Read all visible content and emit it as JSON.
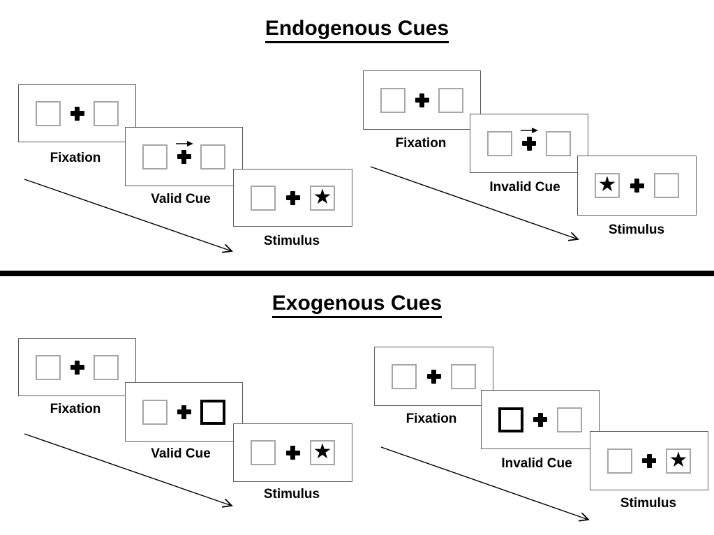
{
  "symbols": {
    "star": "★"
  },
  "colors": {
    "ink": "#000000",
    "panel_border": "#595959",
    "square_border": "#a6a6a6",
    "bold_cue_border": "#000000",
    "divider": "#000000",
    "background": "#ffffff"
  },
  "sections": [
    {
      "title": "Endogenous Cues",
      "sequences": [
        {
          "name": "valid",
          "cue_style": "arrow-right-above-cross",
          "trials": [
            {
              "label": "Fixation",
              "cue": "none",
              "star_side": "none"
            },
            {
              "label": "Valid Cue",
              "cue": "arrow-right",
              "star_side": "none"
            },
            {
              "label": "Stimulus",
              "cue": "none",
              "star_side": "right"
            }
          ]
        },
        {
          "name": "invalid",
          "cue_style": "arrow-right-above-cross",
          "trials": [
            {
              "label": "Fixation",
              "cue": "none",
              "star_side": "none"
            },
            {
              "label": "Invalid Cue",
              "cue": "arrow-right",
              "star_side": "none"
            },
            {
              "label": "Stimulus",
              "cue": "none",
              "star_side": "left"
            }
          ]
        }
      ]
    },
    {
      "title": "Exogenous Cues",
      "sequences": [
        {
          "name": "valid",
          "cue_style": "bold-box",
          "trials": [
            {
              "label": "Fixation",
              "cue": "none",
              "star_side": "none"
            },
            {
              "label": "Valid Cue",
              "cue": "bold-box-right",
              "star_side": "none"
            },
            {
              "label": "Stimulus",
              "cue": "none",
              "star_side": "right"
            }
          ]
        },
        {
          "name": "invalid",
          "cue_style": "bold-box",
          "trials": [
            {
              "label": "Fixation",
              "cue": "none",
              "star_side": "none"
            },
            {
              "label": "Invalid Cue",
              "cue": "bold-box-left",
              "star_side": "none"
            },
            {
              "label": "Stimulus",
              "cue": "none",
              "star_side": "right"
            }
          ]
        }
      ]
    }
  ]
}
